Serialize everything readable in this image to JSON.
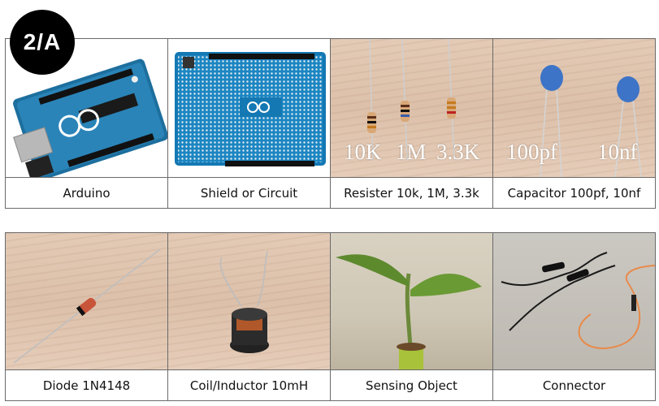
{
  "badge": "2/A",
  "top_row": [
    {
      "label": "Arduino"
    },
    {
      "label": "Shield or Circuit"
    },
    {
      "label": "Resister 10k, 1M, 3.3k",
      "overlays": [
        "10K",
        "1M",
        "3.3K"
      ]
    },
    {
      "label": "Capacitor 100pf, 10nf",
      "overlays": [
        "100pf",
        "10nf"
      ]
    }
  ],
  "bottom_row": [
    {
      "label": "Diode 1N4148"
    },
    {
      "label": "Coil/Inductor 10mH"
    },
    {
      "label": "Sensing Object"
    },
    {
      "label": "Connector"
    }
  ]
}
